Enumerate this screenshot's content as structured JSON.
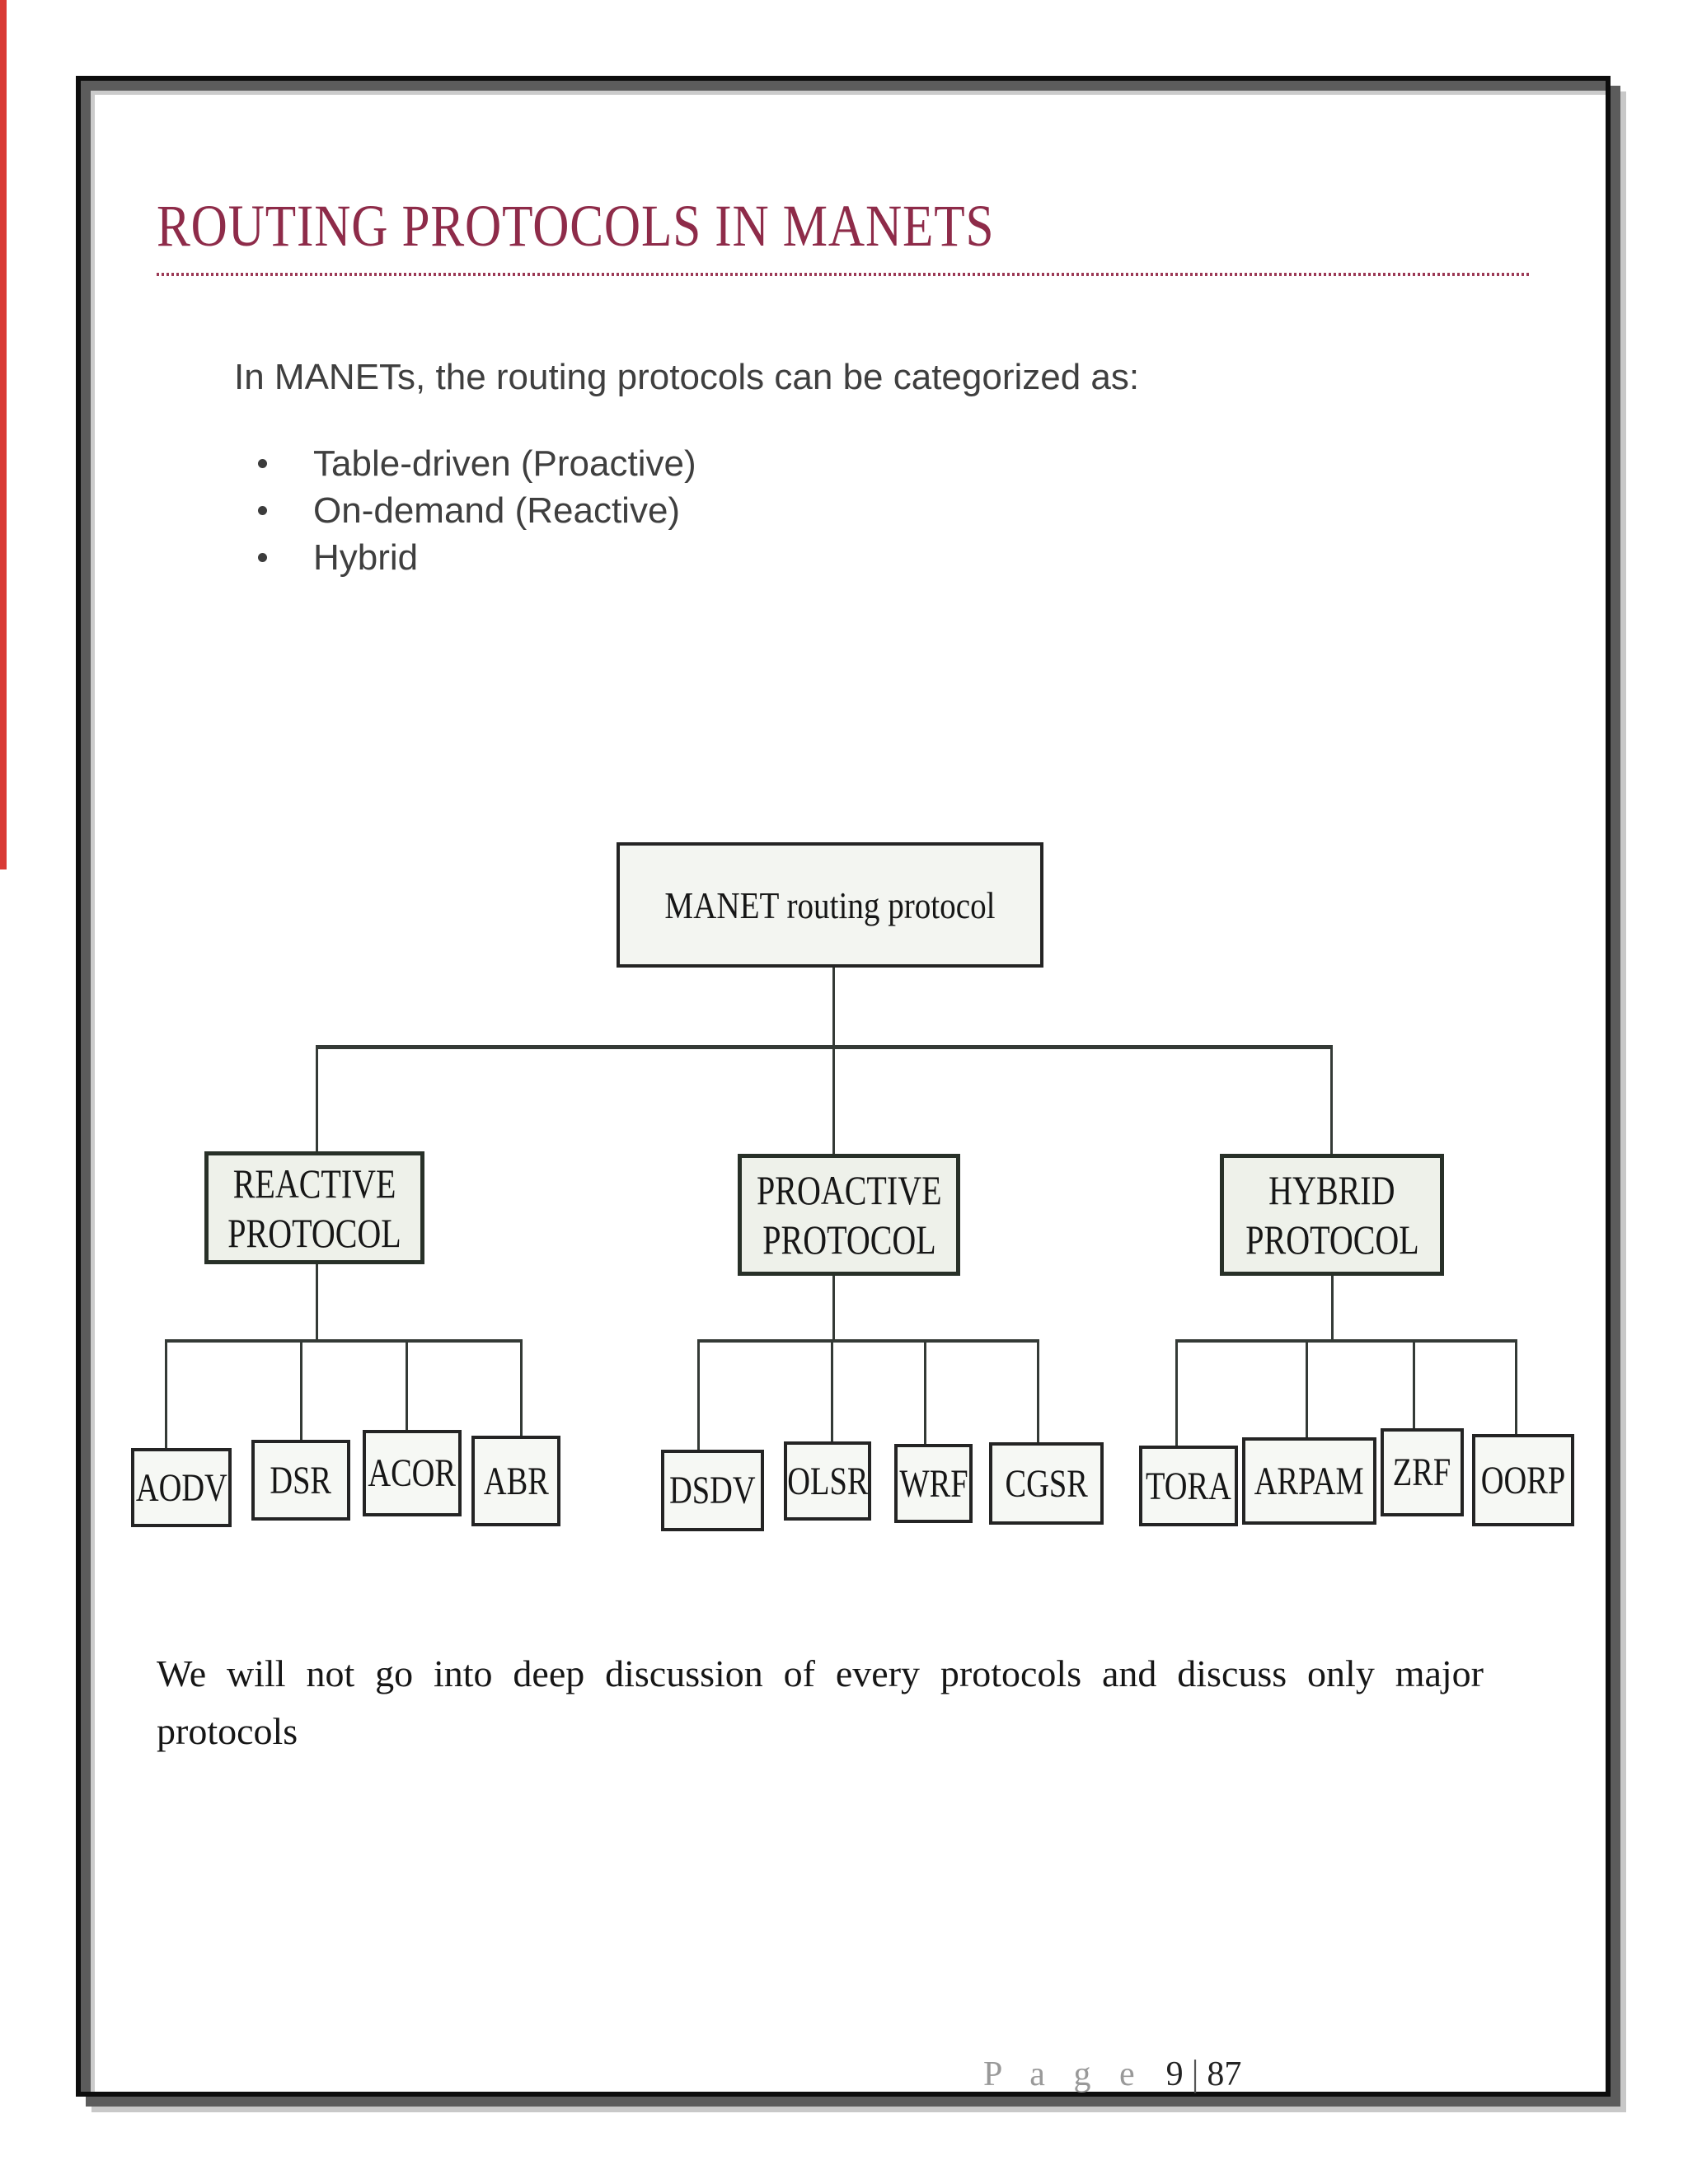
{
  "document": {
    "title": "ROUTING PROTOCOLS IN MANETS",
    "intro": "In MANETs, the routing protocols can be categorized as:",
    "bullets": [
      "Table-driven (Proactive)",
      "On-demand (Reactive)",
      "Hybrid"
    ],
    "closing": {
      "line1": "We will not go into deep discussion of every protocols and discuss only major",
      "line2": "protocols"
    },
    "footer": {
      "label": "P a g e",
      "current": "9",
      "separator": "|",
      "total": "87"
    }
  },
  "diagram": {
    "root_label": "MANET routing protocol",
    "categories": [
      {
        "line1": "REACTIVE",
        "line2": "PROTOCOL"
      },
      {
        "line1": "PROACTIVE",
        "line2": "PROTOCOL"
      },
      {
        "line1": "HYBRID",
        "line2": "PROTOCOL"
      }
    ],
    "leaves": [
      "AODV",
      "DSR",
      "ACOR",
      "ABR",
      "DSDV",
      "OLSR",
      "WRF",
      "CGSR",
      "TORA",
      "ARPAM",
      "ZRF",
      "OORP"
    ]
  },
  "colors": {
    "title_maroon": "#8e2b49",
    "body_gray": "#3f3f3f",
    "diagram_line": "#343a36",
    "footer_gray": "#999999",
    "edge_mark_red": "#d93a35"
  }
}
